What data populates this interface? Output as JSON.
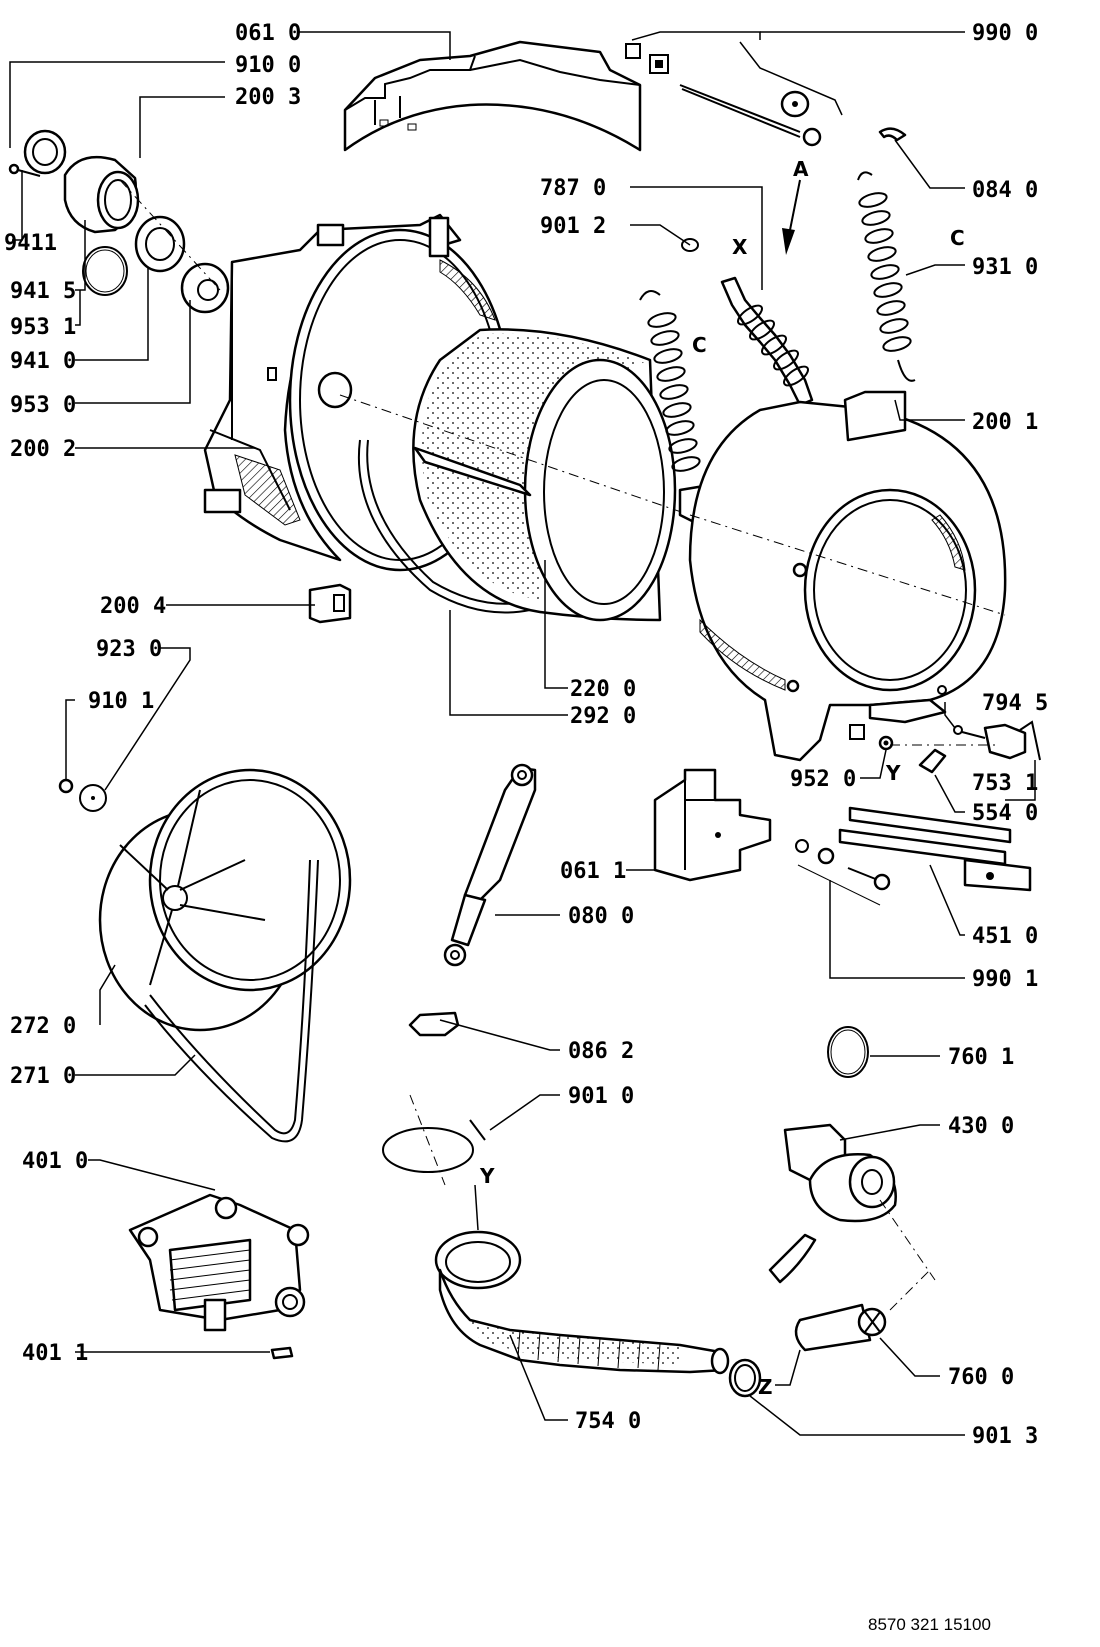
{
  "drawing_number": "8570 321 15100",
  "parts": {
    "p0610": "061 0",
    "p9100": "910 0",
    "p2003": "200 3",
    "p9411": "9411",
    "p9415": "941 5",
    "p9531": "953 1",
    "p9410": "941 0",
    "p9530": "953 0",
    "p2002": "200 2",
    "p9900": "990 0",
    "p0840": "084 0",
    "p7870": "787 0",
    "p9012": "901 2",
    "p9310": "931 0",
    "p2001": "200 1",
    "p2004": "200 4",
    "p9230": "923 0",
    "p9101": "910 1",
    "p2200": "220 0",
    "p2920": "292 0",
    "p7945": "794 5",
    "p9520": "952 0",
    "p7531": "753 1",
    "p5540": "554 0",
    "p0611": "061 1",
    "p0800": "080 0",
    "p4510": "451 0",
    "p9901": "990 1",
    "p2720": "272 0",
    "p2710": "271 0",
    "p0862": "086 2",
    "p7601": "760 1",
    "p9010": "901 0",
    "p4300": "430 0",
    "p4010": "401 0",
    "p4011": "401 1",
    "p7600": "760 0",
    "p7540": "754 0",
    "p9013": "901 3"
  },
  "markers": {
    "A": "A",
    "X": "X",
    "C1": "C",
    "C2": "C",
    "Y1": "Y",
    "Y2": "Y",
    "Z": "Z"
  }
}
